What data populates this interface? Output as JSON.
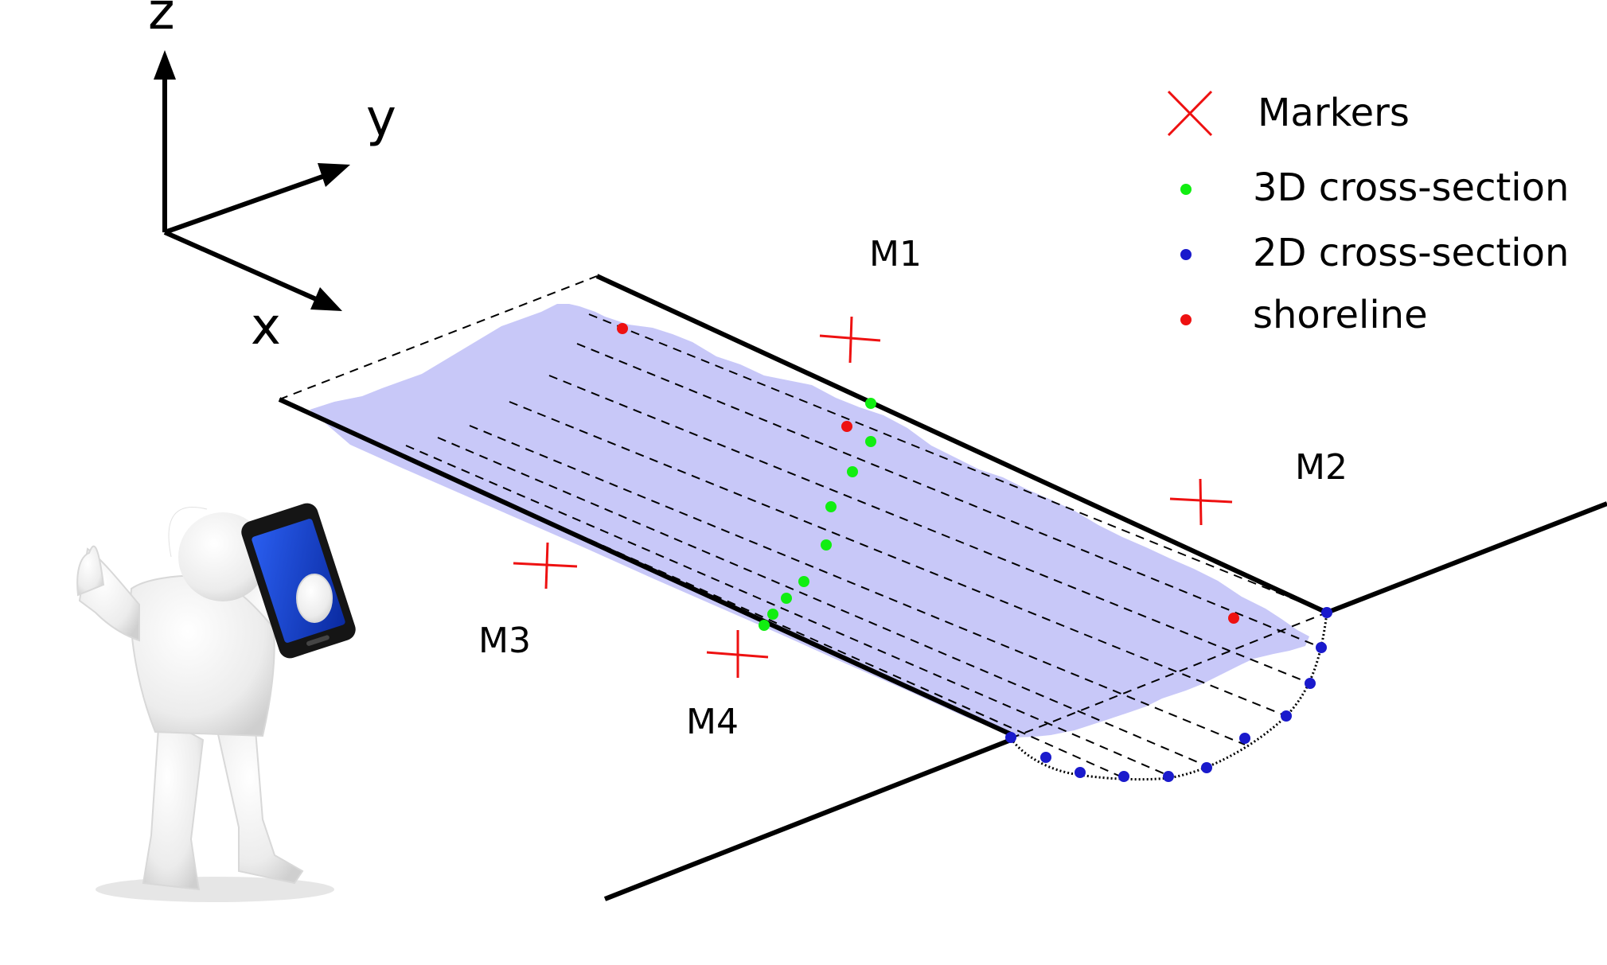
{
  "axes": {
    "x": "x",
    "y": "y",
    "z": "z"
  },
  "markers": [
    "M1",
    "M2",
    "M3",
    "M4"
  ],
  "legend": {
    "markers": "Markers",
    "cross3d": "3D cross-section",
    "cross2d": "2D cross-section",
    "shoreline": "shoreline"
  },
  "colors": {
    "marker": "#ee1111",
    "cross3d": "#11ee11",
    "cross2d": "#1a1acc",
    "shoreline": "#ee1111",
    "water": "#c8c8f8",
    "channel": "#000000",
    "phone_screen": "#1540c8"
  },
  "icons": {
    "person": "person-with-phone-icon",
    "marker": "cross-marker-icon"
  }
}
